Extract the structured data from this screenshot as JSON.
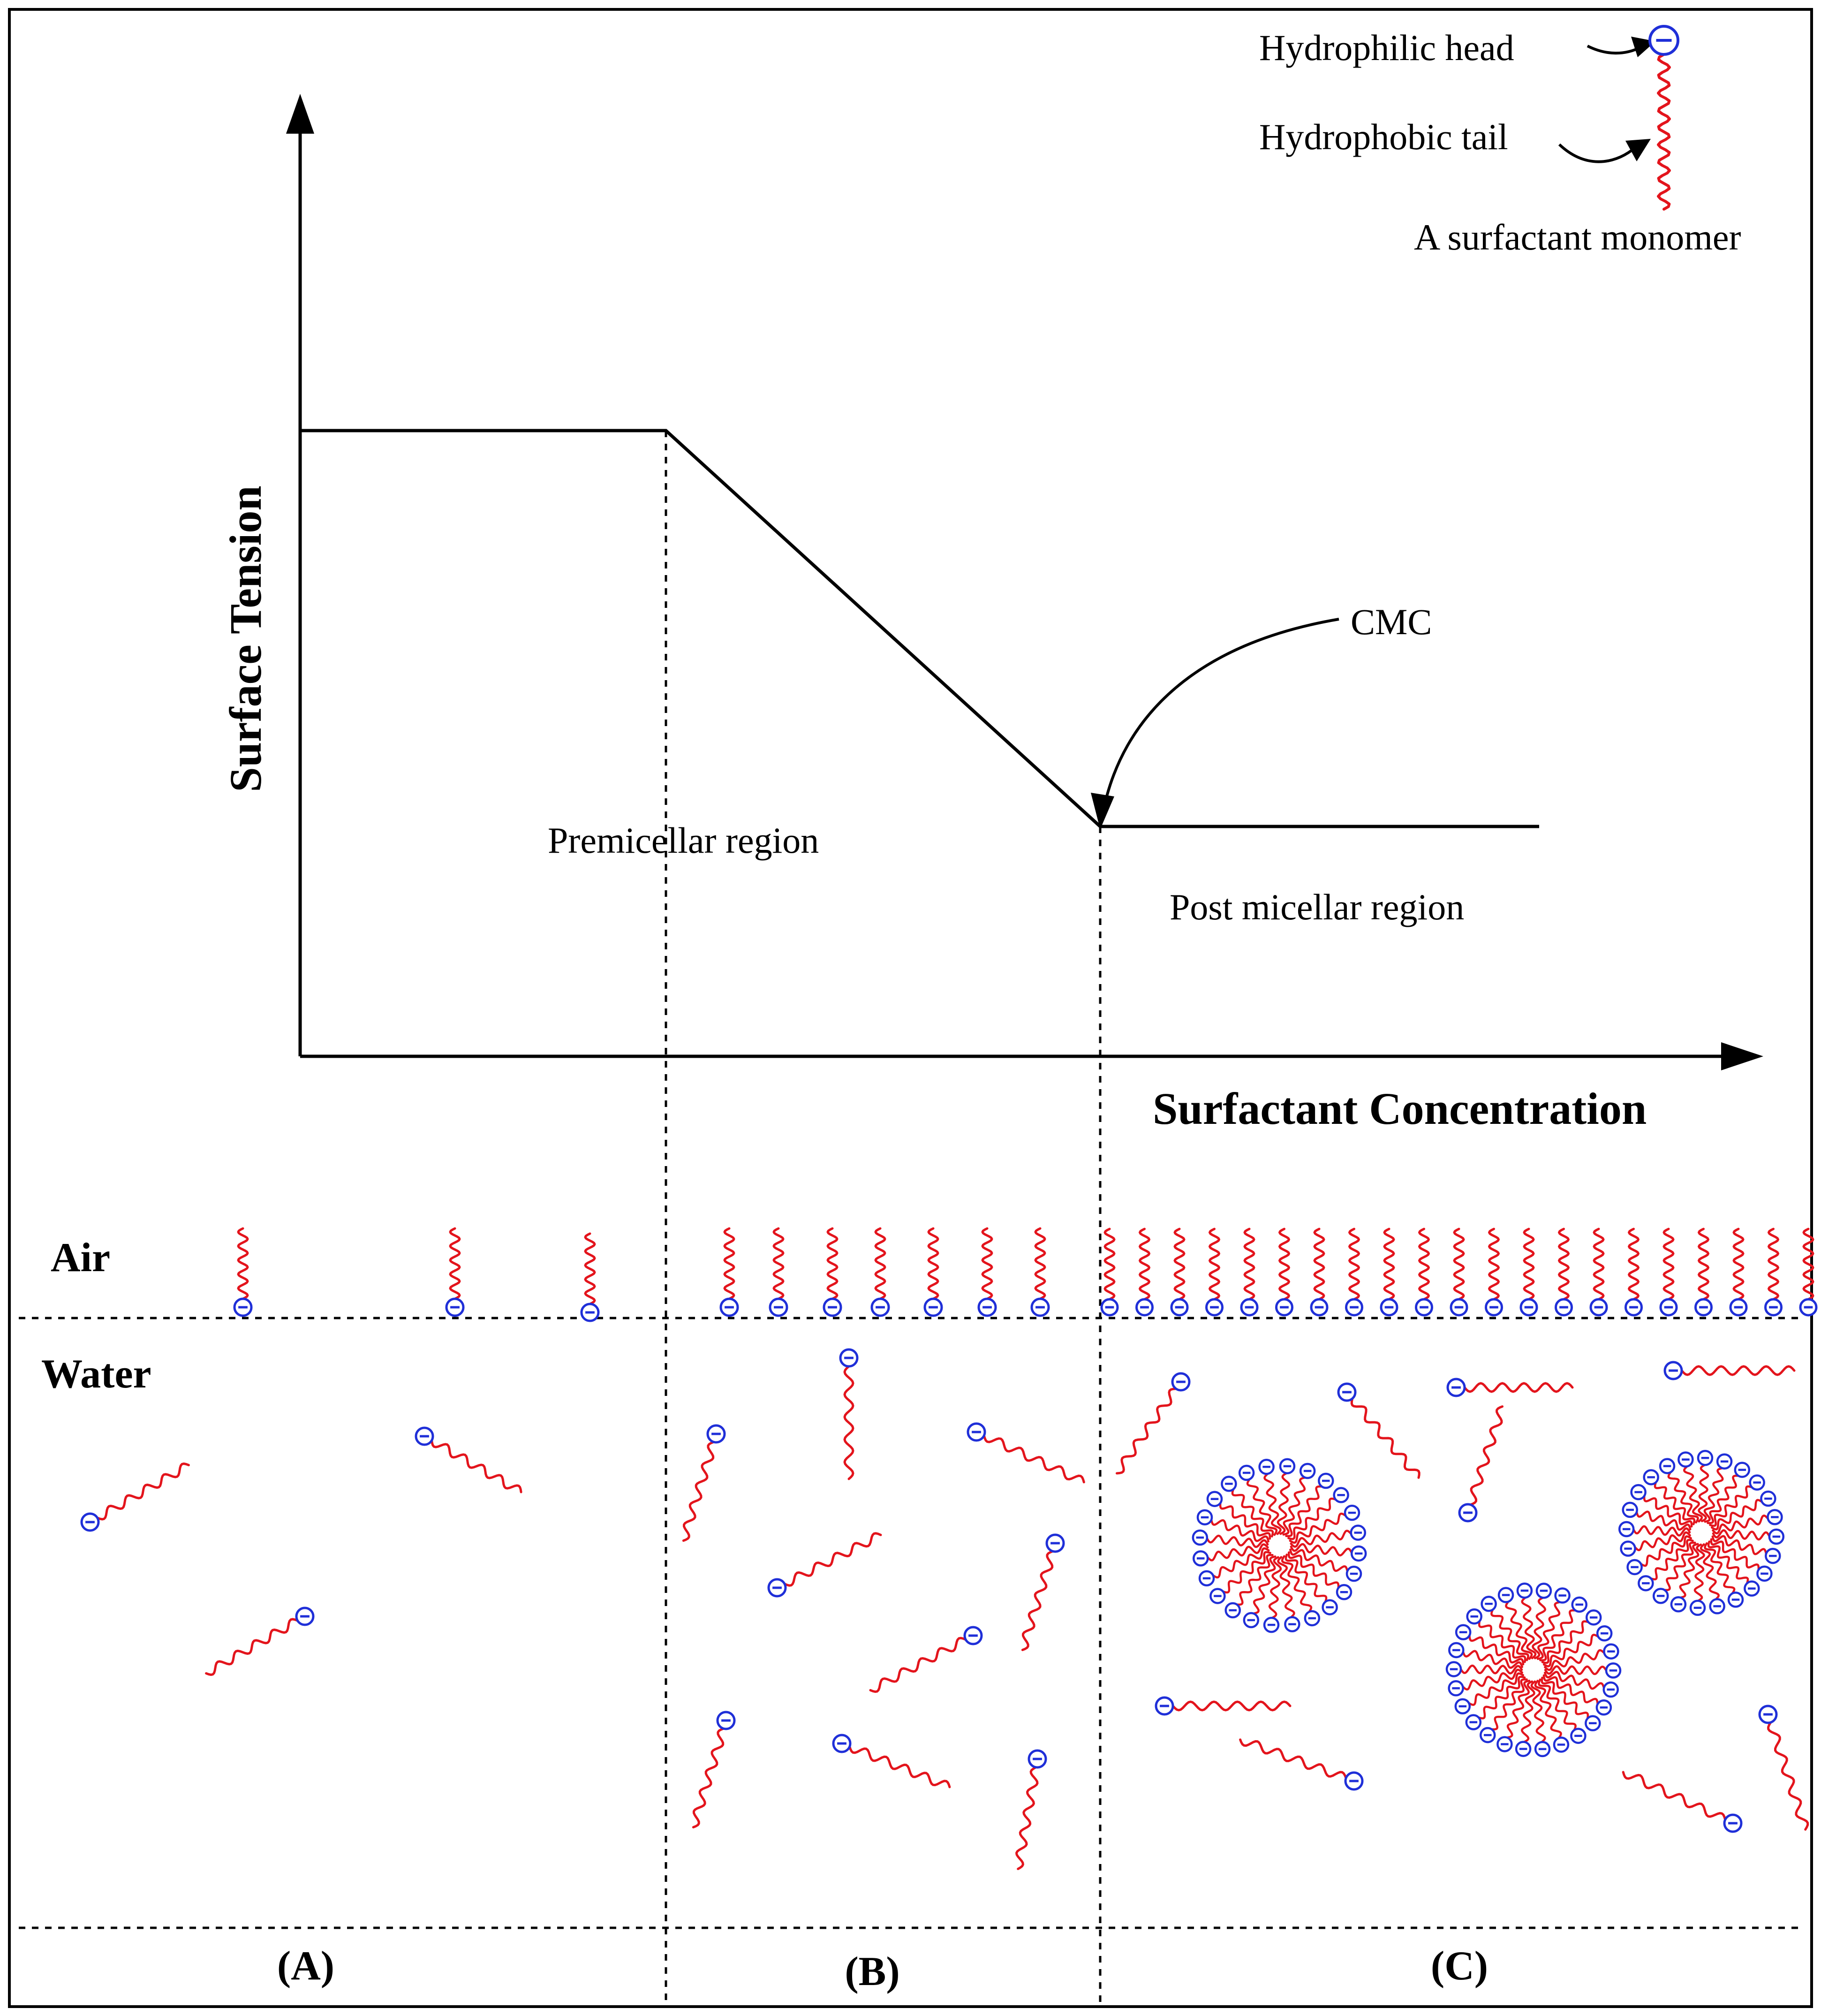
{
  "legend": {
    "head_label": "Hydrophilic head",
    "tail_label": "Hydrophobic tail",
    "monomer_caption": "A surfactant monomer"
  },
  "graph": {
    "y_axis_label": "Surface Tension",
    "x_axis_label": "Surfactant Concentration",
    "cmc_label": "CMC",
    "premicellar_label": "Premicellar region",
    "postmicellar_label": "Post micellar region"
  },
  "chart_data": {
    "type": "line",
    "xlabel": "Surfactant Concentration",
    "ylabel": "Surface Tension",
    "series": [
      {
        "points": [
          [
            0,
            0.7
          ],
          [
            0.25,
            0.7
          ],
          [
            0.55,
            0.25
          ],
          [
            0.85,
            0.25
          ]
        ]
      }
    ],
    "annotations": [
      "CMC",
      "Premicellar region",
      "Post micellar region"
    ]
  },
  "phases": {
    "air_label": "Air",
    "water_label": "Water",
    "panel_labels": [
      "(A)",
      "(B)",
      "(C)"
    ]
  },
  "colors": {
    "tail": "#e3141c",
    "head": "#1f2fd8",
    "line": "#000000"
  }
}
